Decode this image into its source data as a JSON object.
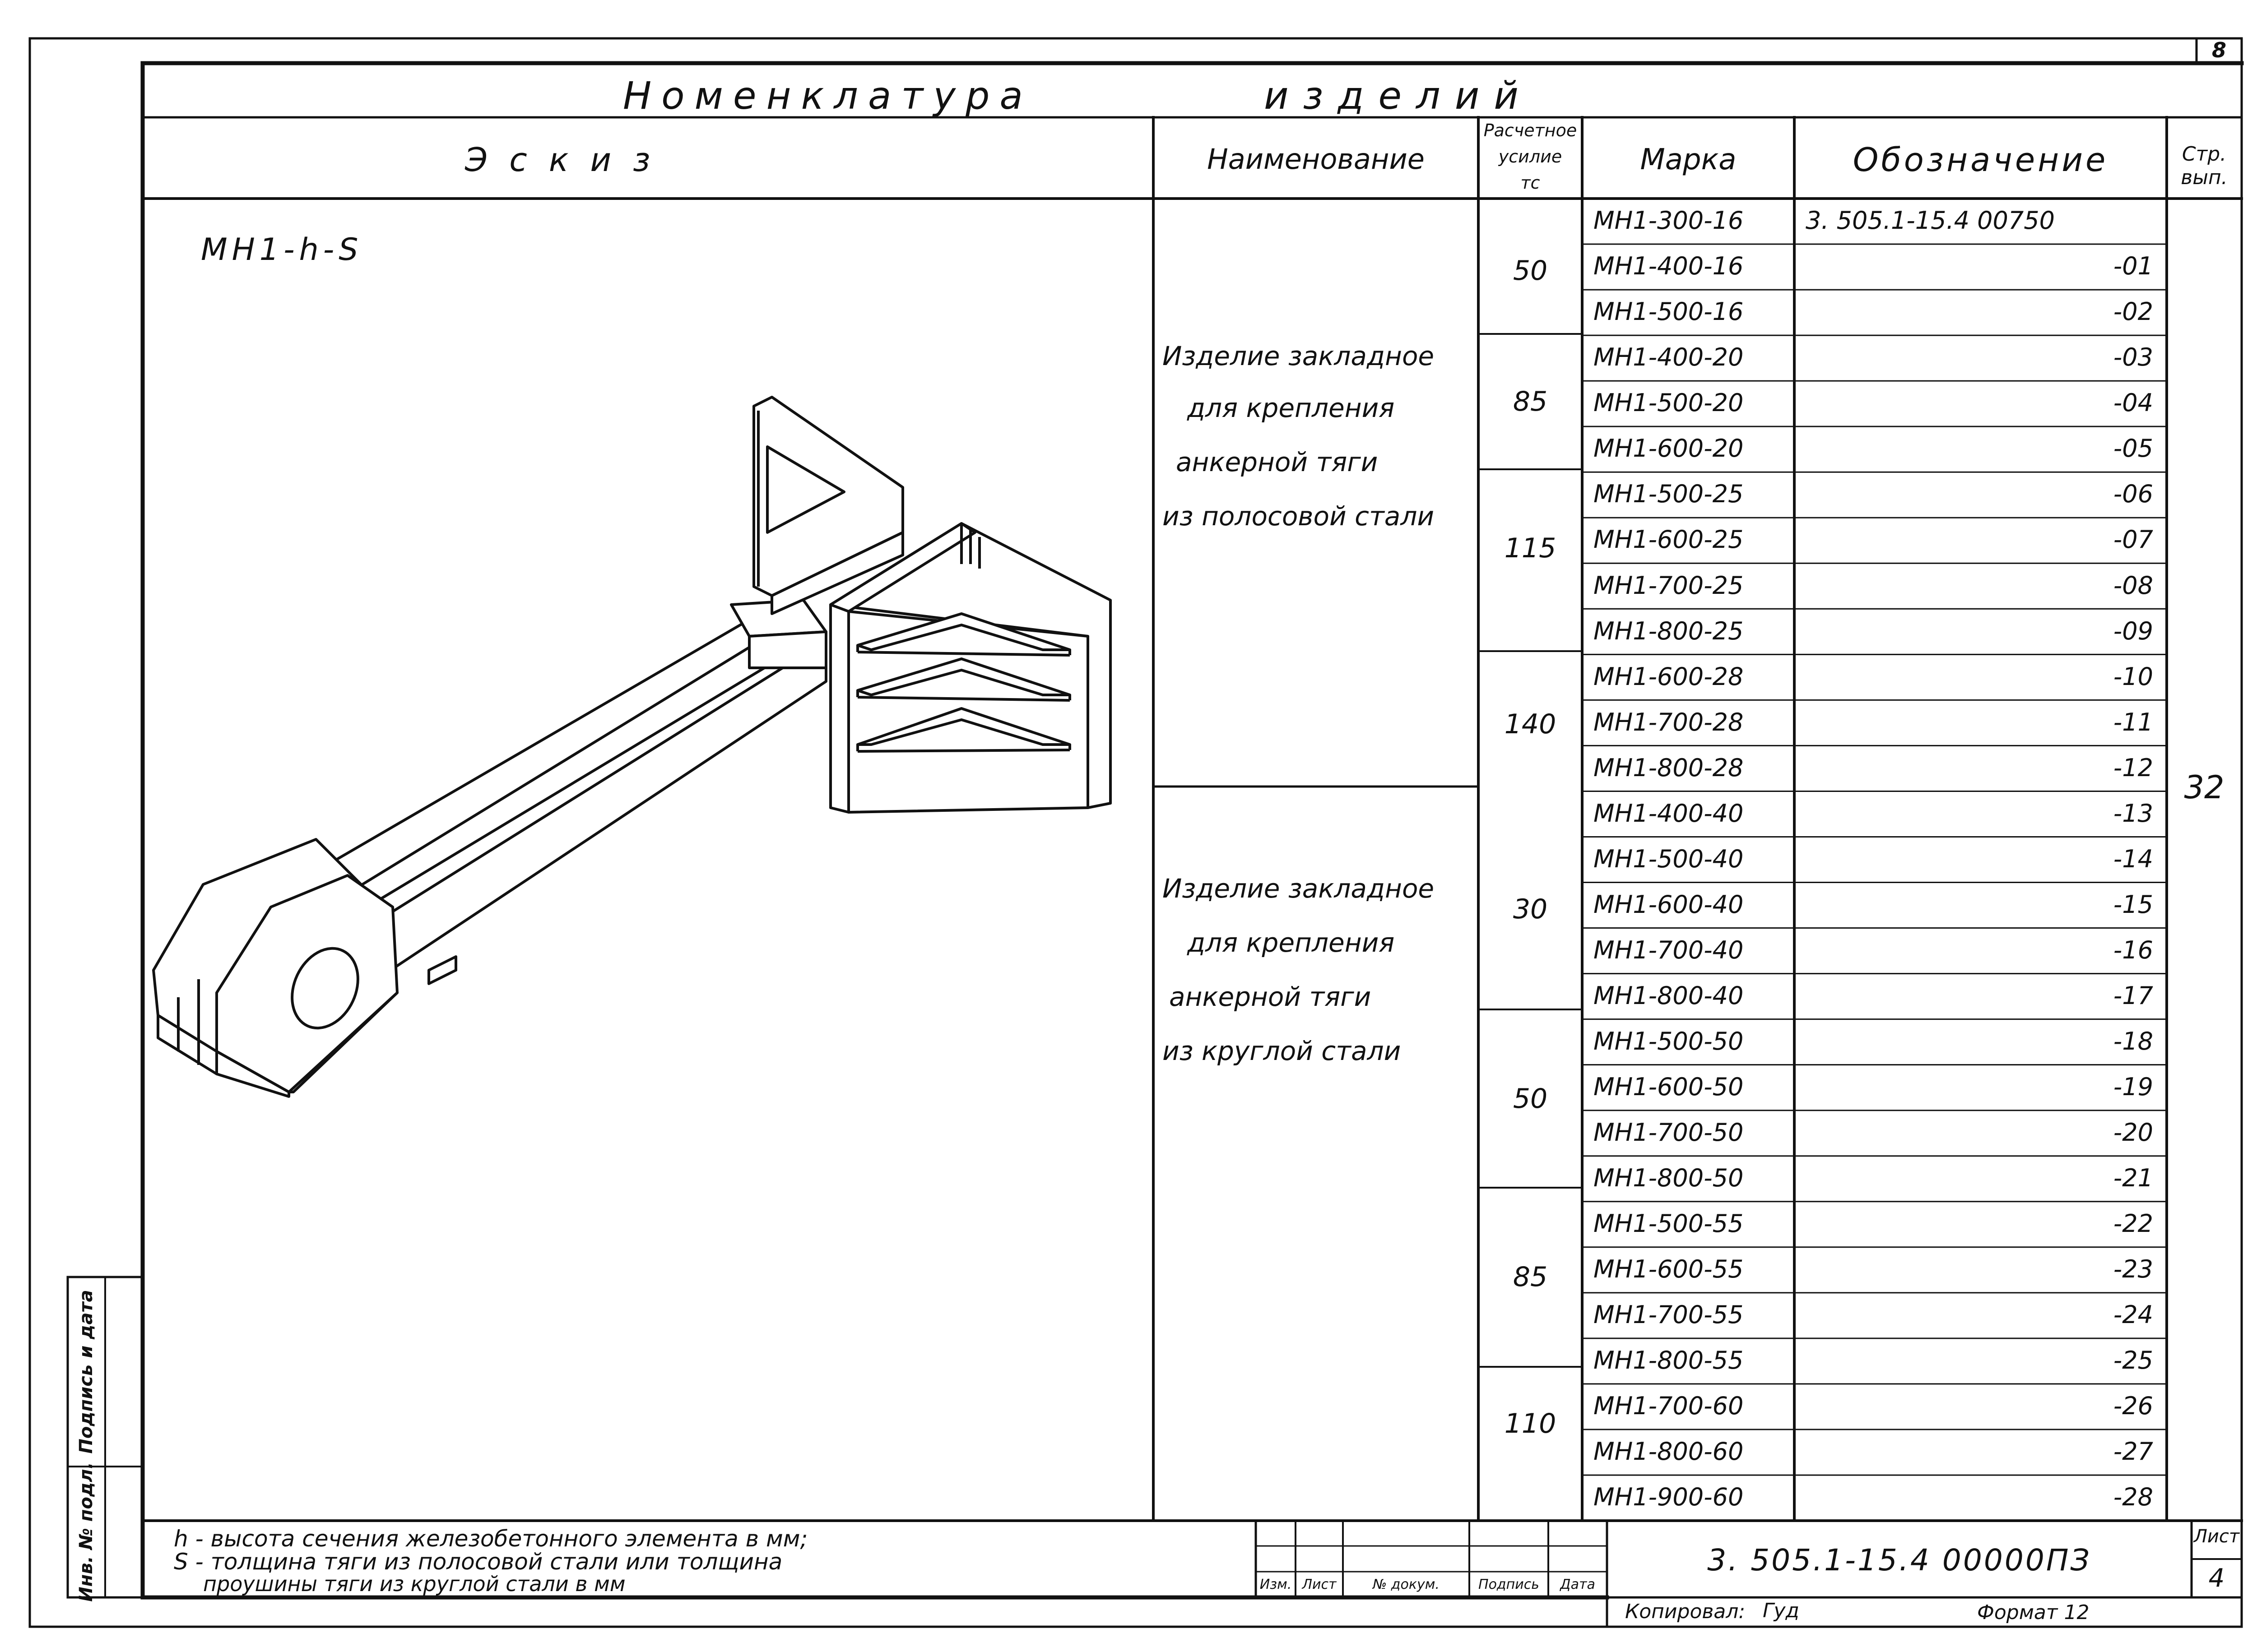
{
  "sheet_corner": "8",
  "title_left": "Номенклатура",
  "title_right": "изделий",
  "headers": {
    "sketch": "Эскиз",
    "name": "Наименование",
    "force": [
      "Расчетное",
      "усилие",
      "тс"
    ],
    "mark": "Марка",
    "designation": "Обозначение",
    "page": [
      "Стр.",
      "вып."
    ]
  },
  "sketch_label": "МН1-h-S",
  "groups": [
    {
      "name_lines": [
        "Изделие закладное",
        "для крепления",
        "анкерной тяги",
        "из полосовой стали"
      ],
      "forces": [
        {
          "value": "50",
          "marks": [
            "МН1-300-16",
            "МН1-400-16",
            "МН1-500-16"
          ]
        },
        {
          "value": "85",
          "marks": [
            "МН1-400-20",
            "МН1-500-20",
            "МН1-600-20"
          ]
        },
        {
          "value": "115",
          "marks": [
            "МН1-500-25",
            "МН1-600-25",
            "МН1-700-25",
            "МН1-800-25"
          ]
        },
        {
          "value": "140",
          "marks": [
            "МН1-600-28",
            "МН1-700-28",
            "МН1-800-28"
          ]
        }
      ]
    },
    {
      "name_lines": [
        "Изделие закладное",
        "для крепления",
        "анкерной тяги",
        "из круглой стали"
      ],
      "forces": [
        {
          "value": "30",
          "marks": [
            "МН1-400-40",
            "МН1-500-40",
            "МН1-600-40",
            "МН1-700-40",
            "МН1-800-40"
          ]
        },
        {
          "value": "50",
          "marks": [
            "МН1-500-50",
            "МН1-600-50",
            "МН1-700-50",
            "МН1-800-50"
          ]
        },
        {
          "value": "85",
          "marks": [
            "МН1-500-55",
            "МН1-600-55",
            "МН1-700-55",
            "МН1-800-55"
          ]
        },
        {
          "value": "110",
          "marks": [
            "МН1-700-60",
            "МН1-800-60",
            "МН1-900-60"
          ]
        }
      ]
    }
  ],
  "designations": [
    "3. 505.1-15.4 00750",
    "-01",
    "-02",
    "-03",
    "-04",
    "-05",
    "-06",
    "-07",
    "-08",
    "-09",
    "-10",
    "-11",
    "-12",
    "-13",
    "-14",
    "-15",
    "-16",
    "-17",
    "-18",
    "-19",
    "-20",
    "-21",
    "-22",
    "-23",
    "-24",
    "-25",
    "-26",
    "-27",
    "-28"
  ],
  "page_value": "32",
  "notes": [
    "h - высота сечения железобетонного элемента в мм;",
    "S - толщина тяги из полосовой стали или толщина",
    "проушины тяги из круглой стали в мм"
  ],
  "side_stamp": [
    "Инв. № подл.",
    "Подпись и дата"
  ],
  "title_block": {
    "cols": [
      "Изм.",
      "Лист",
      "№ докум.",
      "Подпись",
      "Дата"
    ],
    "code": "3. 505.1-15.4 00000ПЗ",
    "sheet_label": "Лист",
    "sheet_no": "4",
    "copied": "Копировал:",
    "copied_sign": "Гуд",
    "format": "Формат 12"
  }
}
